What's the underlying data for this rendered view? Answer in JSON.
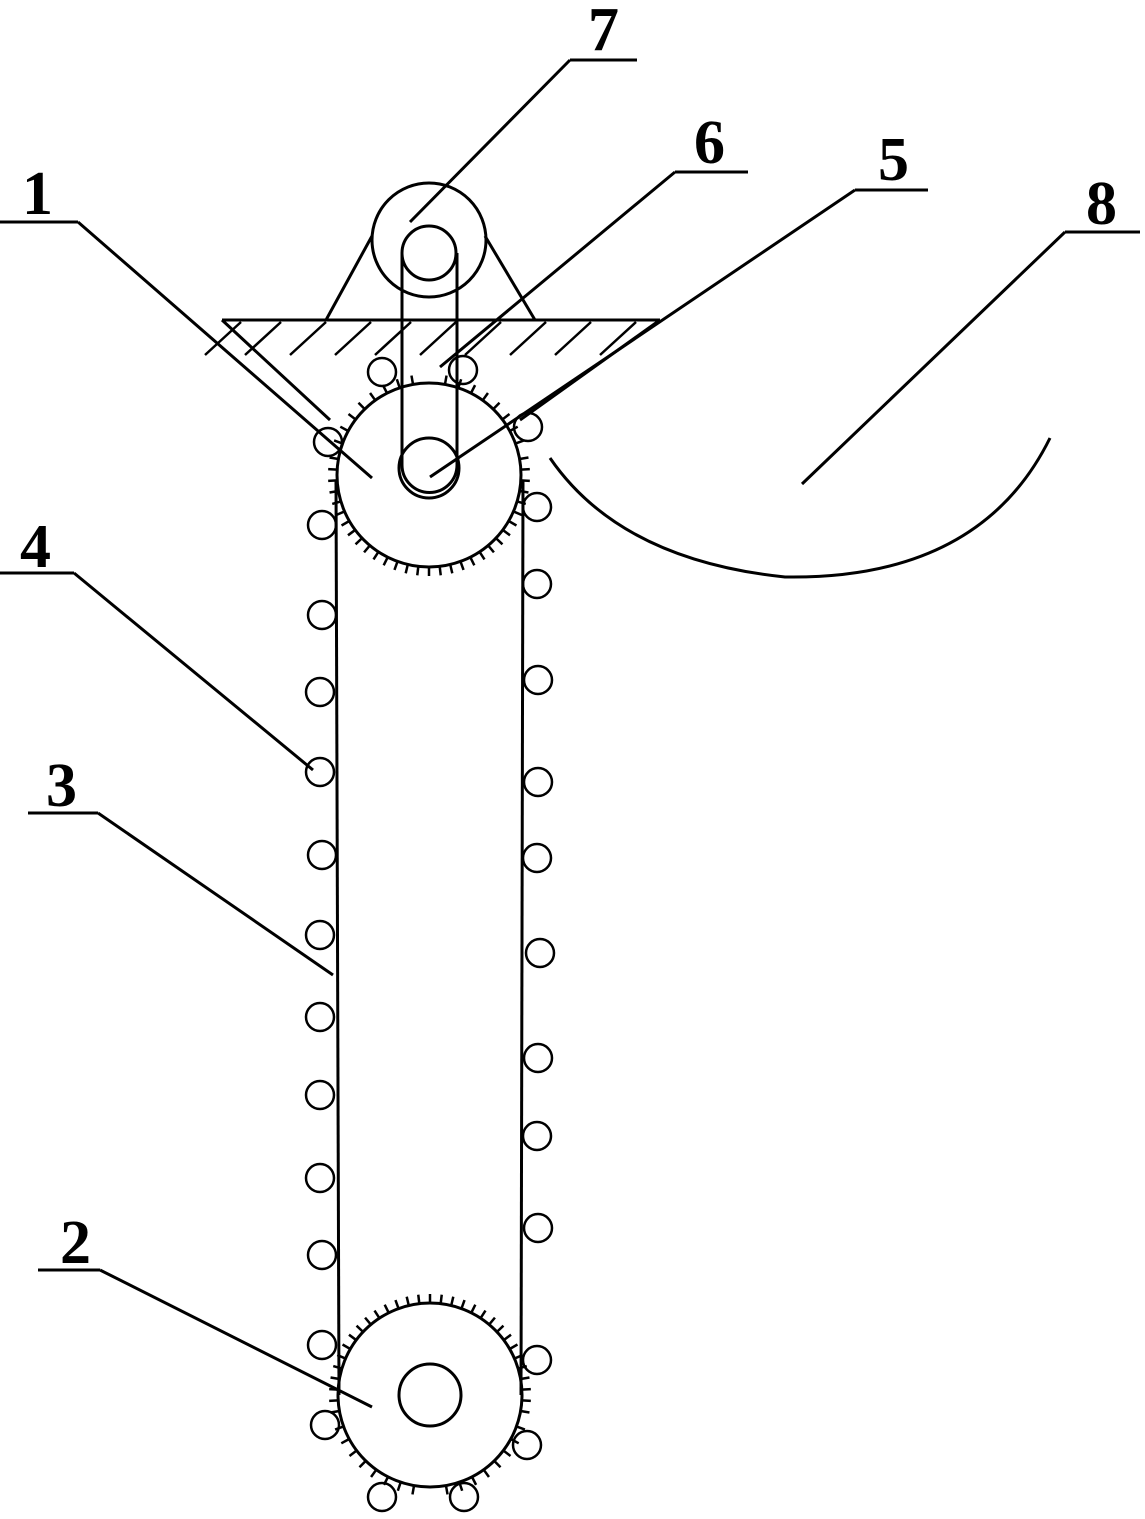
{
  "labels": {
    "l1": "1",
    "l2": "2",
    "l3": "3",
    "l4": "4",
    "l5": "5",
    "l6": "6",
    "l7": "7",
    "l8": "8"
  }
}
